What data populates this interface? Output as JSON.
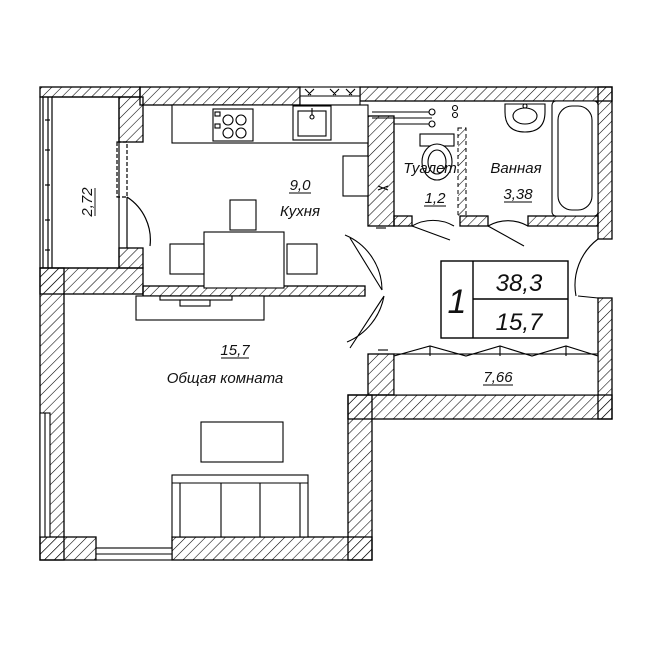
{
  "rooms": {
    "kitchen": {
      "name": "Кухня",
      "area": "9,0"
    },
    "toilet": {
      "name": "Туалет",
      "area": "1,2"
    },
    "bathroom": {
      "name": "Ванная",
      "area": "3,38"
    },
    "living": {
      "name": "Общая комната",
      "area": "15,7"
    },
    "balcony": {
      "area": "2,72"
    },
    "hall": {
      "area": "7,66"
    }
  },
  "summary": {
    "rooms_count": "1",
    "total_area": "38,3",
    "living_area": "15,7"
  },
  "colors": {
    "wall_stroke": "#000000",
    "hatch": "#000000",
    "background": "#ffffff"
  }
}
